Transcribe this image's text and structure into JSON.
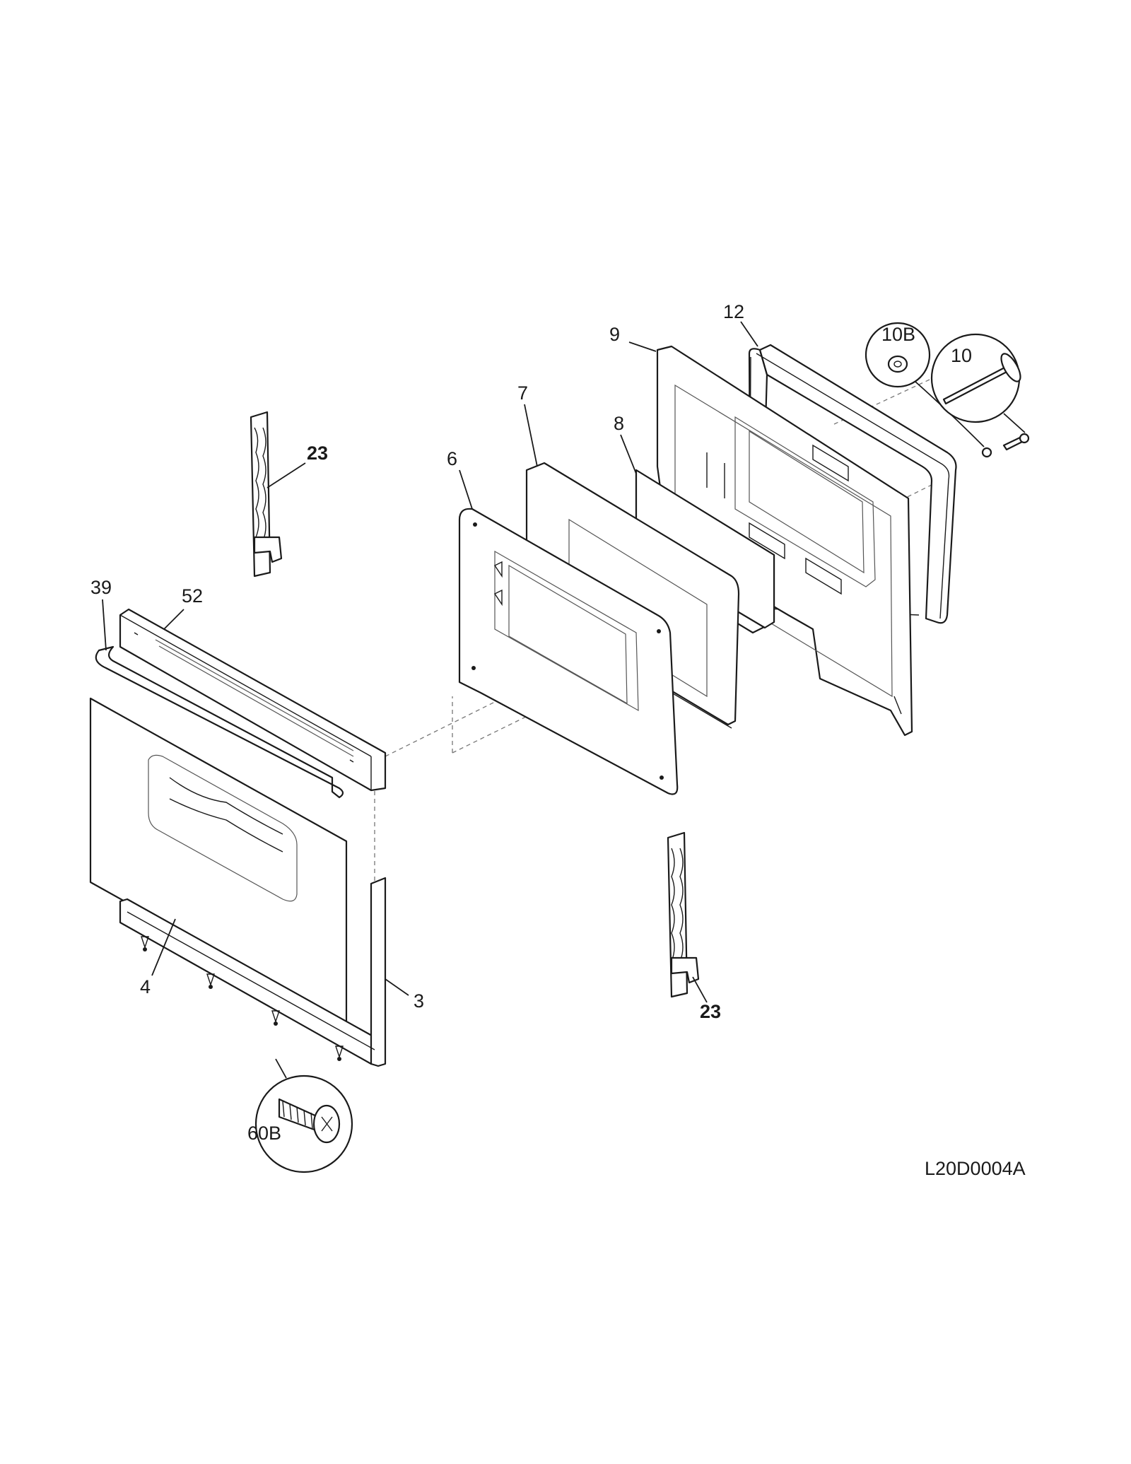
{
  "diagram_code": "L20D0004A",
  "callouts": {
    "p3": "3",
    "p4": "4",
    "p6": "6",
    "p7": "7",
    "p8": "8",
    "p9": "9",
    "p10": "10",
    "p10b": "10B",
    "p12": "12",
    "p23_top": "23",
    "p23_bottom": "23",
    "p39": "39",
    "p52": "52",
    "p60b": "60B"
  }
}
